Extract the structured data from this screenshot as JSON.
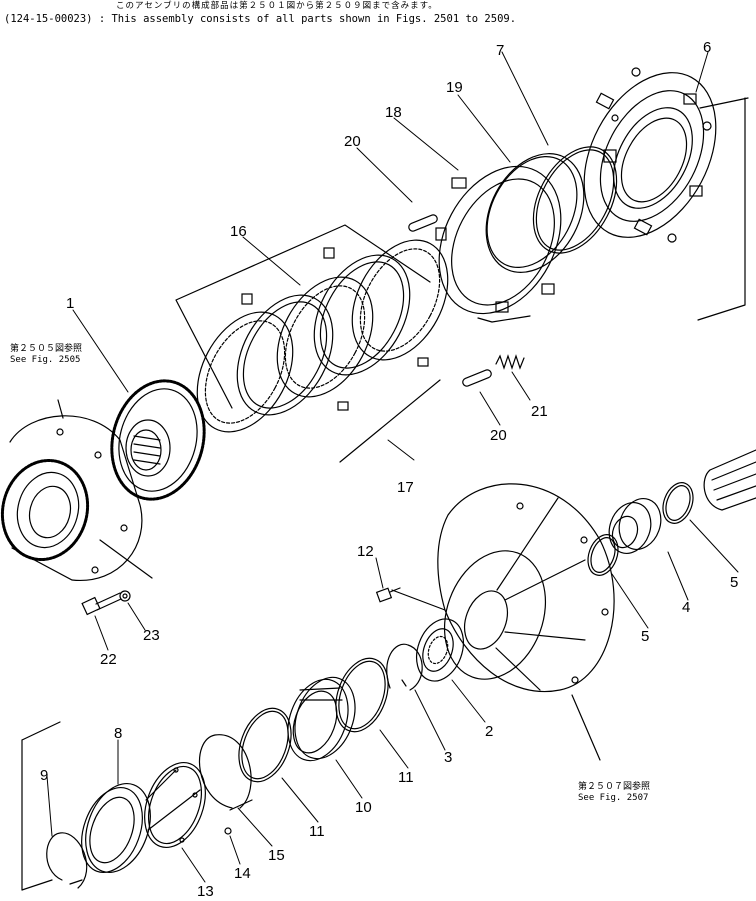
{
  "header": {
    "line_jp": "このアセンブリの構成部品は第２５０１図から第２５０９図まで含みます。",
    "line_en": "(124-15-00023) : This assembly consists of all parts shown in Figs. 2501 to 2509."
  },
  "references": [
    {
      "jp": "第２５０５図参照",
      "en": "See Fig. 2505"
    },
    {
      "jp": "第２５０７図参照",
      "en": "See Fig. 2507"
    }
  ],
  "callouts": [
    "1",
    "2",
    "3",
    "4",
    "5",
    "5",
    "6",
    "7",
    "8",
    "9",
    "10",
    "11",
    "11",
    "12",
    "13",
    "14",
    "15",
    "16",
    "17",
    "18",
    "19",
    "20",
    "20",
    "21",
    "22",
    "23"
  ]
}
